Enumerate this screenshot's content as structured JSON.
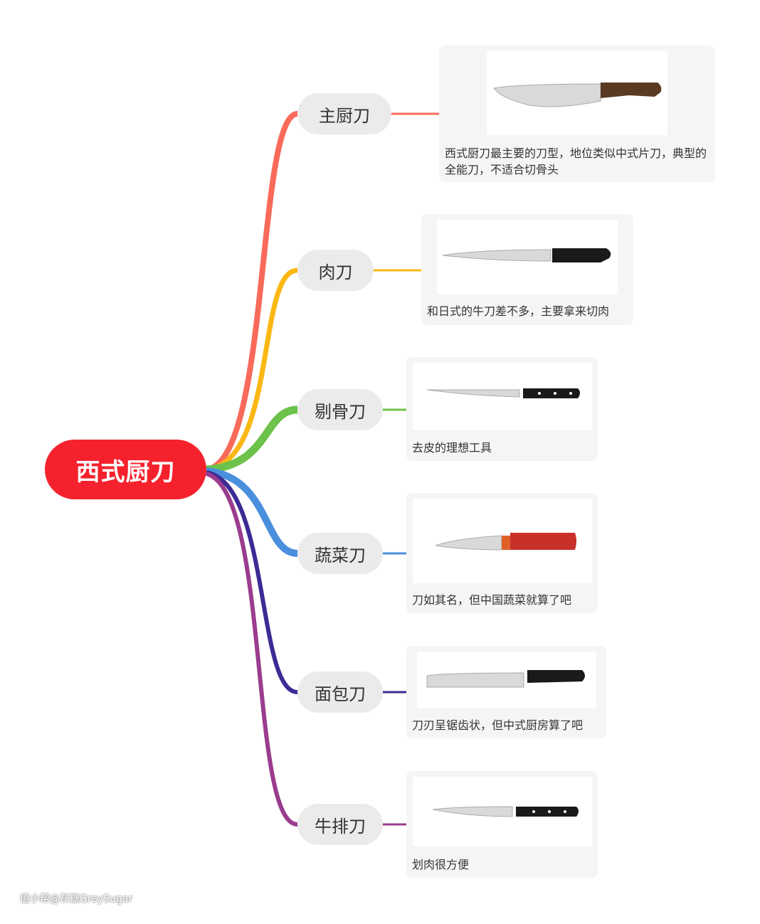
{
  "root": {
    "label": "西式厨刀",
    "color": "#f5222d"
  },
  "branches": [
    {
      "label": "主厨刀",
      "color": "#f96a5b",
      "note": "西式厨刀最主要的刀型，地位类似中式片刀，典型的全能刀，不适合切骨头",
      "image": "chef-knife-image"
    },
    {
      "label": "肉刀",
      "color": "#fbb714",
      "note": "和日式的牛刀差不多，主要拿来切肉",
      "image": "carving-knife-image"
    },
    {
      "label": "剔骨刀",
      "color": "#6cc24a",
      "note": "去皮的理想工具",
      "image": "boning-knife-image"
    },
    {
      "label": "蔬菜刀",
      "color": "#4a8fde",
      "note": "刀如其名，但中国蔬菜就算了吧",
      "image": "vegetable-knife-image"
    },
    {
      "label": "面包刀",
      "color": "#3e2a94",
      "note": "刀刃呈锯齿状，但中式厨房算了吧",
      "image": "bread-knife-image"
    },
    {
      "label": "牛排刀",
      "color": "#9a3c8e",
      "note": "划肉很方便",
      "image": "steak-knife-image"
    }
  ],
  "watermark": "值小帮@灰糖GreySugar"
}
